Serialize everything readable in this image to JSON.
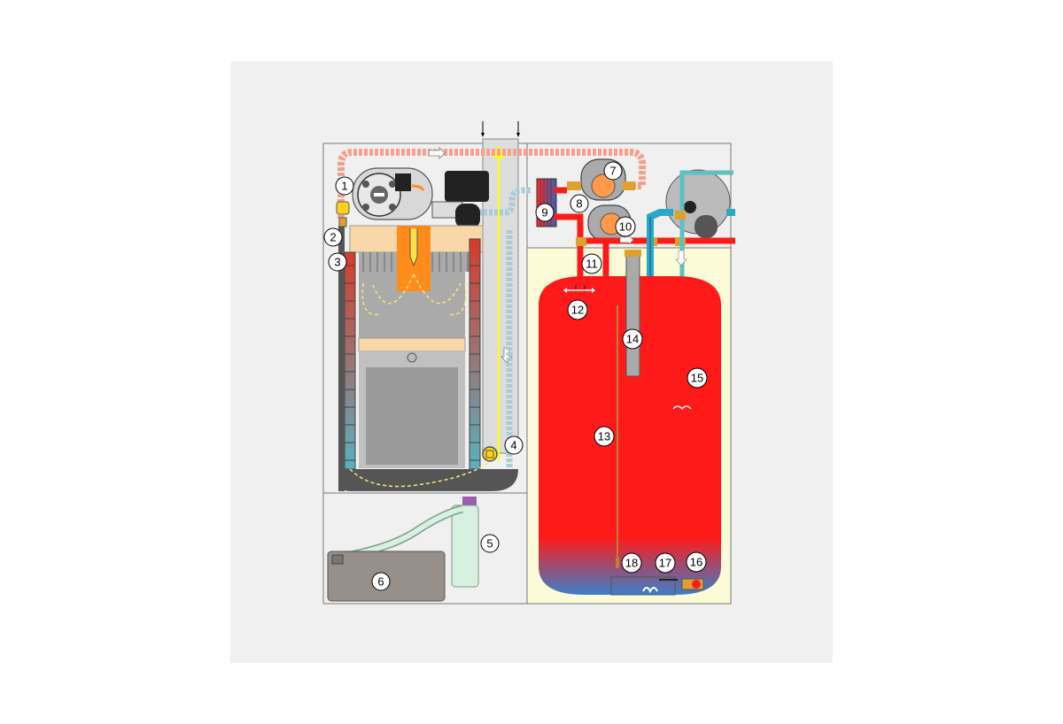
{
  "colors": {
    "panel_bg": "#f0f0f0",
    "hot_water": "#ff1a1a",
    "cold_water": "#2aa8c8",
    "fuel_tank": "#968f8a",
    "flame": "#ff8c1a",
    "exhaust_arrow": "#ffff00",
    "dashed_flow": "#f5e67a",
    "boiler_grey": "#c8c8c8",
    "floor_cream": "#fbfbd8"
  },
  "callouts": [
    {
      "id": "c1",
      "label": "1"
    },
    {
      "id": "c2",
      "label": "2"
    },
    {
      "id": "c3",
      "label": "3"
    },
    {
      "id": "c4",
      "label": "4"
    },
    {
      "id": "c5",
      "label": "5"
    },
    {
      "id": "c6",
      "label": "6"
    },
    {
      "id": "c7",
      "label": "7"
    },
    {
      "id": "c8",
      "label": "8"
    },
    {
      "id": "c9",
      "label": "9"
    },
    {
      "id": "c10",
      "label": "10"
    },
    {
      "id": "c11",
      "label": "11"
    },
    {
      "id": "c12",
      "label": "12"
    },
    {
      "id": "c13",
      "label": "13"
    },
    {
      "id": "c14",
      "label": "14"
    },
    {
      "id": "c15",
      "label": "15"
    },
    {
      "id": "c16",
      "label": "16"
    },
    {
      "id": "c17",
      "label": "17"
    },
    {
      "id": "c18",
      "label": "18"
    }
  ]
}
